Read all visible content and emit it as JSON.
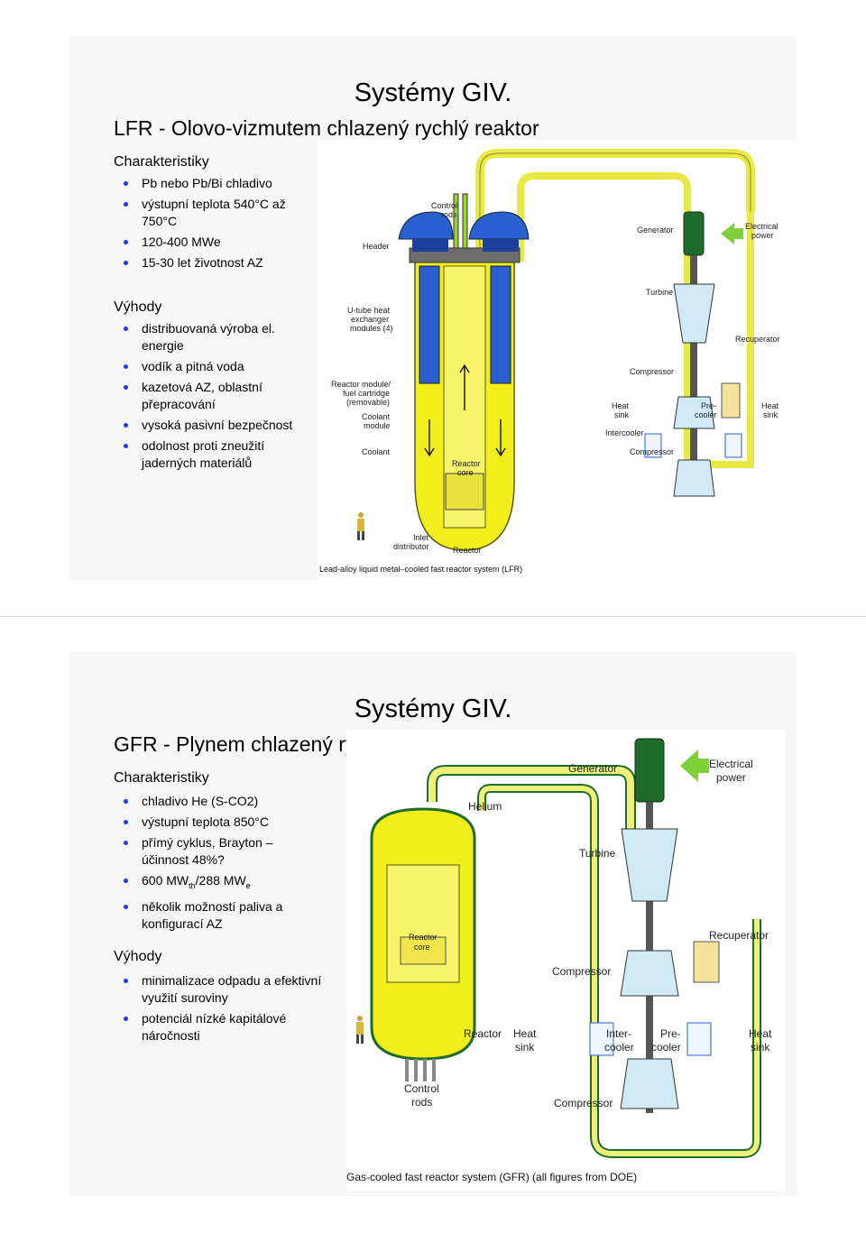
{
  "slide1": {
    "title": "Systémy GIV.",
    "subtitle": "LFR - Olovo-vizmutem chlazený rychlý reaktor",
    "characteristics_heading": "Charakteristiky",
    "characteristics": [
      "Pb nebo Pb/Bi chladivo",
      "výstupní teplota 540°C až 750°C",
      "120-400 MWe",
      "15-30 let životnost AZ"
    ],
    "advantages_heading": "Výhody",
    "advantages": [
      "distribuovaná výroba el. energie",
      "vodík a pitná voda",
      "kazetová AZ, oblastní přepracování",
      "vysoká pasivní bezpečnost",
      "odolnost proti zneužití jaderných materiálů"
    ],
    "figure": {
      "caption": "Lead-alloy liquid metal–cooled fast reactor system (LFR)",
      "labels": {
        "header": "Header",
        "control_rods_1": "Control",
        "control_rods_2": "rods",
        "u_tube_1": "U-tube heat",
        "u_tube_2": "exchanger",
        "u_tube_3": "modules (4)",
        "reactor_module_1": "Reactor module/",
        "reactor_module_2": "fuel cartridge",
        "reactor_module_3": "(removable)",
        "coolant_module_1": "Coolant",
        "coolant_module_2": "module",
        "coolant": "Coolant",
        "reactor_core_1": "Reactor",
        "reactor_core_2": "core",
        "inlet_1": "Inlet",
        "inlet_2": "distributor",
        "reactor": "Reactor",
        "generator": "Generator",
        "electrical_1": "Electrical",
        "electrical_2": "power",
        "turbine": "Turbine",
        "recuperator": "Recuperator",
        "compressor_top": "Compressor",
        "heat_sink_l1": "Heat",
        "heat_sink_l2": "sink",
        "precooler_1": "Pre-",
        "precooler_2": "cooler",
        "heat_sink_r1": "Heat",
        "heat_sink_r2": "sink",
        "intercooler": "Intercooler",
        "compressor_bottom": "Compressor"
      }
    }
  },
  "slide2": {
    "title": "Systémy GIV.",
    "subtitle": "GFR - Plynem chlazený rychlý reaktor",
    "characteristics_heading": "Charakteristiky",
    "characteristics": [
      {
        "text": "chladivo He (S-CO2)"
      },
      {
        "text": "výstupní teplota 850°C"
      },
      {
        "text": "přímý cyklus, Brayton – účinnost 48%?"
      },
      {
        "pre": "600 MW",
        "sub1": "th",
        "mid": "/288 MW",
        "sub2": "e"
      },
      {
        "text": "několik možností paliva a konfigurací AZ"
      }
    ],
    "advantages_heading": "Výhody",
    "advantages": [
      "minimalizace odpadu a efektivní využití suroviny",
      "potenciál nízké kapitálové náročnosti"
    ],
    "figure": {
      "caption": "Gas-cooled fast reactor system (GFR) (all figures from DOE)",
      "labels": {
        "generator": "Generator",
        "electrical_1": "Electrical",
        "electrical_2": "power",
        "helium": "Helium",
        "turbine": "Turbine",
        "recuperator": "Recuperator",
        "reactor_core_1": "Reactor",
        "reactor_core_2": "core",
        "compressor_top": "Compressor",
        "reactor": "Reactor",
        "heat_sink_l1": "Heat",
        "heat_sink_l2": "sink",
        "intercooler_1": "Inter-",
        "intercooler_2": "cooler",
        "precooler_1": "Pre-",
        "precooler_2": "cooler",
        "heat_sink_r1": "Heat",
        "heat_sink_r2": "sink",
        "control_rods_1": "Control",
        "control_rods_2": "rods",
        "compressor_bottom": "Compressor"
      }
    }
  },
  "colors": {
    "bullet": "#1a3fd6",
    "vessel_yellow": "#f2ee1c",
    "pipe_yellow": "#eef07a",
    "dark_green": "#1f6b2a",
    "green_accent": "#7fcf3a",
    "blue": "#2a5fd0"
  }
}
